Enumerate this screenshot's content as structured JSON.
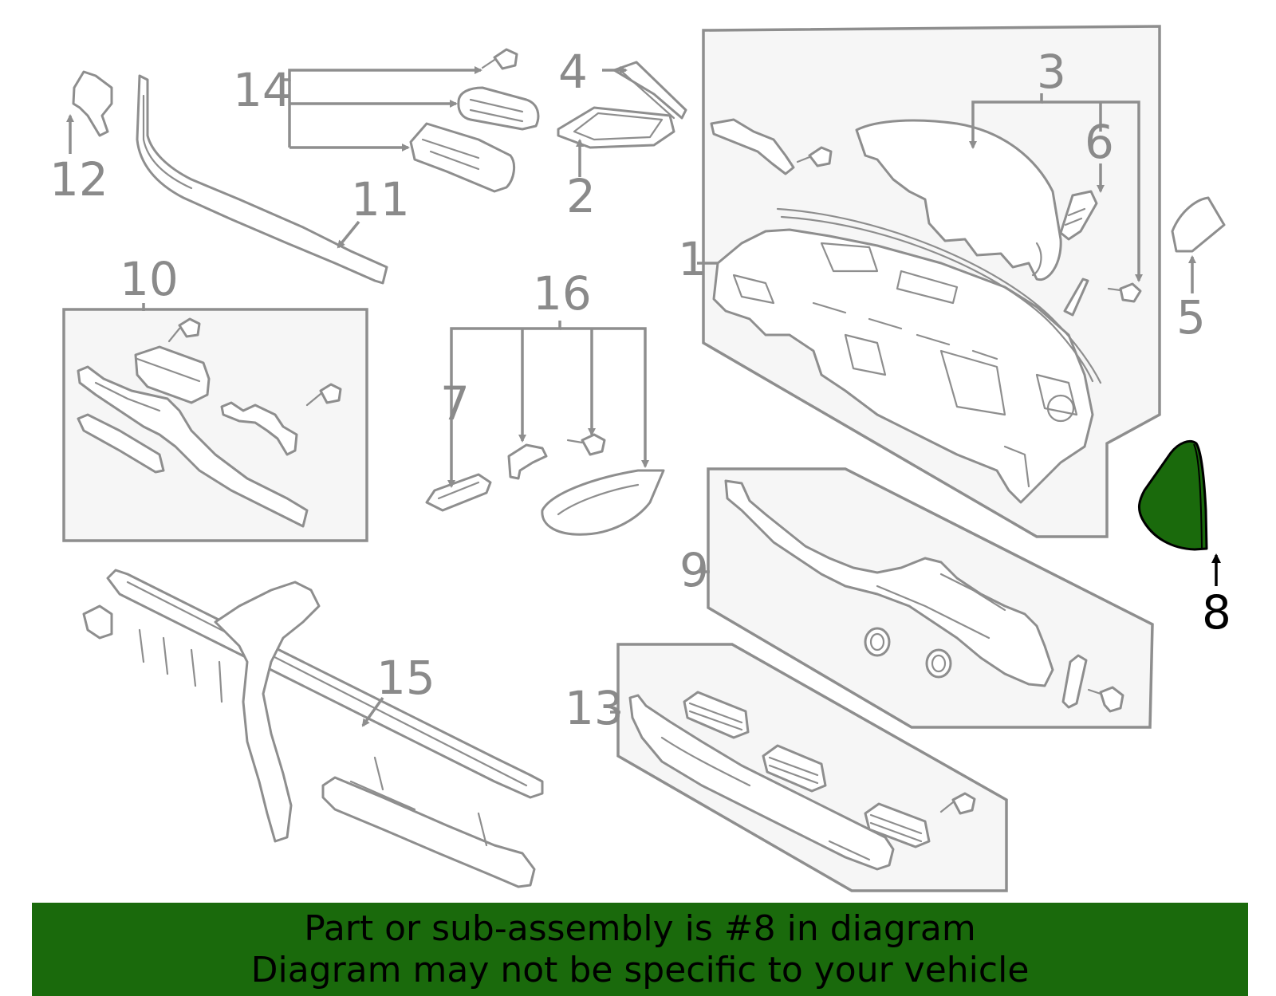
{
  "diagram": {
    "highlight_color": "#1a6a0c",
    "callouts": [
      "1",
      "2",
      "3",
      "4",
      "5",
      "6",
      "7",
      "8",
      "9",
      "10",
      "11",
      "12",
      "13",
      "14",
      "15",
      "16"
    ],
    "highlighted_callout": "8"
  },
  "banner": {
    "line1": "Part or sub-assembly is #8 in diagram",
    "line2": "Diagram may not be specific to your vehicle"
  }
}
